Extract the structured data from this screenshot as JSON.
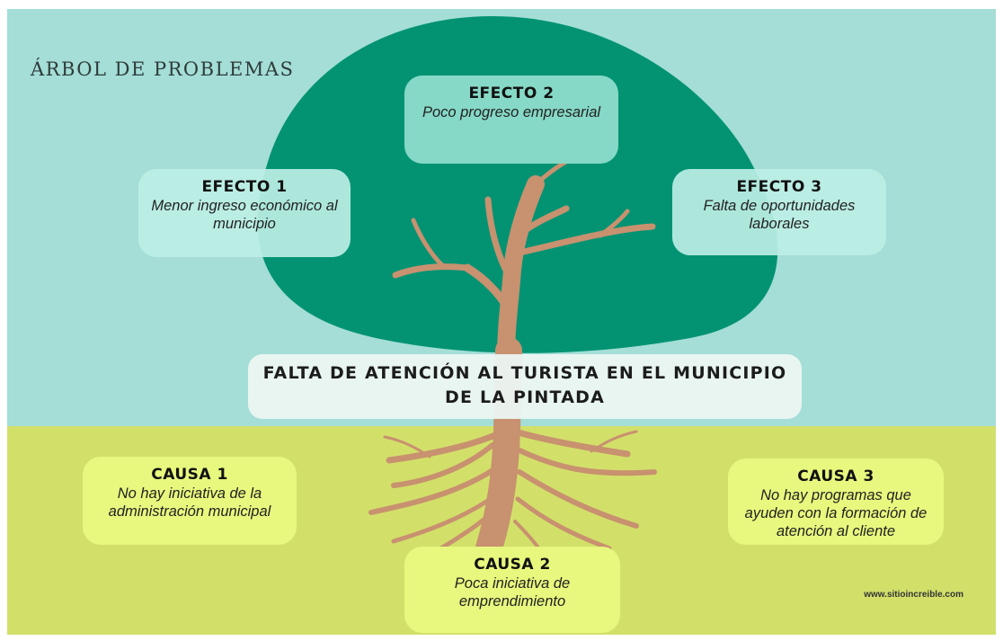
{
  "title": "ÁRBOL DE PROBLEMAS",
  "central_problem": "FALTA DE ATENCIÓN AL TURISTA EN EL MUNICIPIO DE LA PINTADA",
  "effects": [
    {
      "heading": "EFECTO 1",
      "text": "Menor ingreso económico al municipio"
    },
    {
      "heading": "EFECTO 2",
      "text": "Poco progreso empresarial"
    },
    {
      "heading": "EFECTO 3",
      "text": "Falta de oportunidades laborales"
    }
  ],
  "causes": [
    {
      "heading": "CAUSA 1",
      "text": "No hay iniciativa de la administración municipal"
    },
    {
      "heading": "CAUSA 2",
      "text": "Poca iniciativa de emprendimiento"
    },
    {
      "heading": "CAUSA 3",
      "text": "No hay programas que ayuden con la formación de atención al cliente"
    }
  ],
  "website": "www.sitioincreible.com",
  "colors": {
    "sky": "#a4ded6",
    "ground": "#d2e06a",
    "canopy": "#039373",
    "trunk": "#c8916f",
    "effect_box": "#bceee5",
    "effect2_box": "#86d9c6",
    "cause_box": "#e8f77e"
  }
}
